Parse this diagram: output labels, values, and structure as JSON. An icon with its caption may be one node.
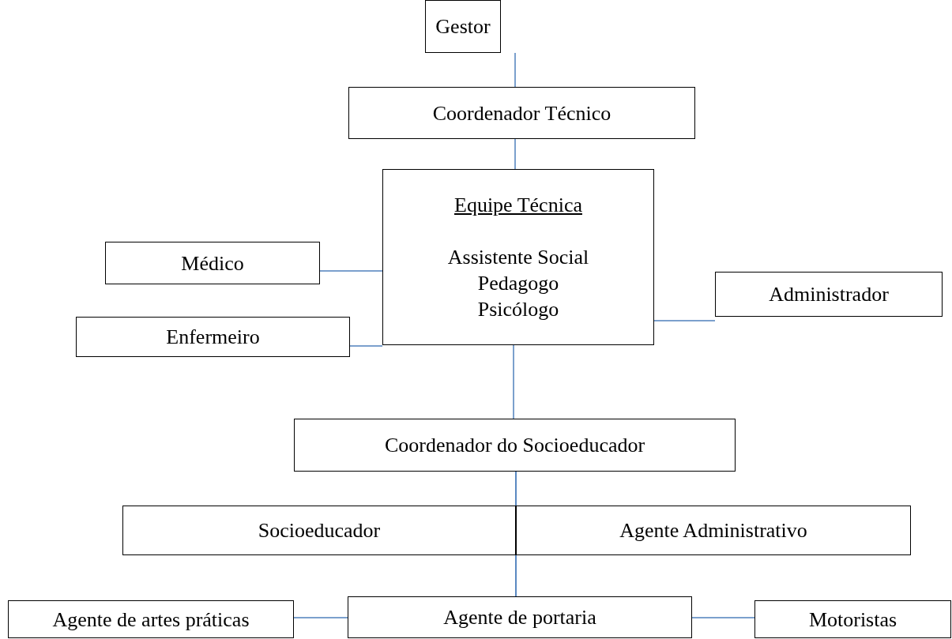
{
  "diagram": {
    "nodes": [
      {
        "text": [
          "Gestor"
        ]
      },
      {
        "text": [
          "Coordenador Técnico"
        ]
      },
      {
        "text": [
          "Equipe Técnica",
          "Assistente Social",
          "Pedagogo",
          "Psicólogo"
        ]
      },
      {
        "text": [
          "Médico"
        ]
      },
      {
        "text": [
          "Enfermeiro"
        ]
      },
      {
        "text": [
          "Administrador"
        ]
      },
      {
        "text": [
          "Coordenador do Socioeducador"
        ]
      },
      {
        "text": [
          "Socioeducador"
        ]
      },
      {
        "text": [
          "Agente Administrativo"
        ]
      },
      {
        "text": [
          "Agente de artes práticas"
        ]
      },
      {
        "text": [
          "Agente de portaria"
        ]
      },
      {
        "text": [
          "Motoristas"
        ]
      }
    ],
    "edges": [
      {
        "from": 0,
        "to": 1,
        "arrow": "none"
      },
      {
        "from": 1,
        "to": 2,
        "arrow": "none"
      },
      {
        "from": 2,
        "to": 3,
        "arrow": "none"
      },
      {
        "from": 2,
        "to": 4,
        "arrow": "none"
      },
      {
        "from": 2,
        "to": 5,
        "arrow": "none"
      },
      {
        "from": 2,
        "to": 6,
        "arrow": "none"
      },
      {
        "from": 6,
        "to": 7,
        "arrow": "none"
      },
      {
        "from": 6,
        "to": 8,
        "arrow": "none"
      },
      {
        "from": 7,
        "to": 10,
        "arrow": "none"
      },
      {
        "from": 8,
        "to": 10,
        "arrow": "none"
      },
      {
        "from": 9,
        "to": 10,
        "arrow": "none"
      },
      {
        "from": 10,
        "to": 11,
        "arrow": "none"
      }
    ]
  }
}
